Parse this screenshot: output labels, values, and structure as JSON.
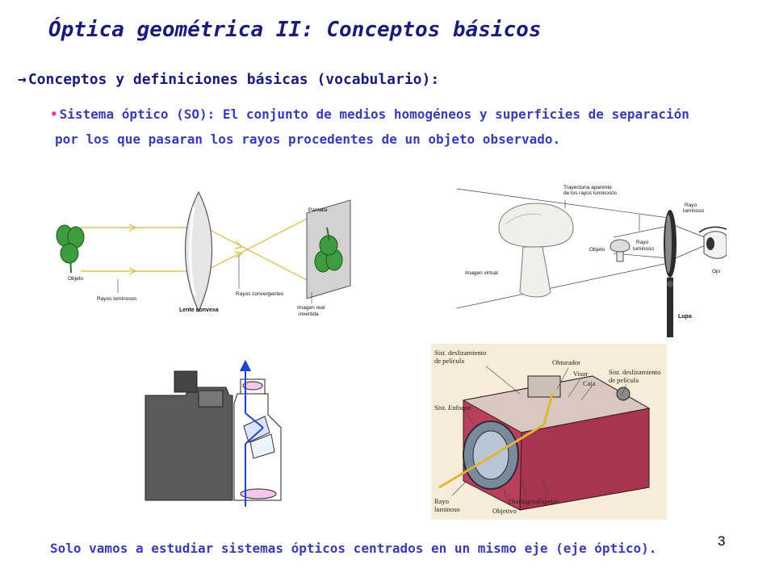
{
  "slide": {
    "title": "Óptica geométrica II: Conceptos básicos",
    "section_heading": "Conceptos y definiciones básicas (vocabulario):",
    "definition_term": "Sistema óptico (SO):",
    "definition_text_line1": " El conjunto de medios homogéneos y superficies de separación",
    "definition_text_line2": "por los que pasaran los rayos procedentes de un objeto observado.",
    "footer_note": "Solo vamos a estudiar sistemas ópticos centrados en un mismo eje (eje óptico).",
    "page_number": "3"
  },
  "figures": {
    "lens": {
      "objeto": "Objeto",
      "rayos_luminosos": "Rayos luminosos",
      "lente_convexa": "Lente convexa",
      "rayos_convergentes": "Rayos convergentes",
      "pantalla": "Pantalla",
      "imagen_real_1": "Imagen real",
      "imagen_real_2": "invertida"
    },
    "magnifier": {
      "trayectoria_1": "Trayectoria aparente",
      "trayectoria_2": "de los rayos luminosos",
      "rayo_luminoso_1": "Rayo",
      "rayo_luminoso_2": "luminoso",
      "objeto": "Objeto",
      "rayo_luminoso_b_1": "Rayo",
      "rayo_luminoso_b_2": "luminoso",
      "imagen_virtual": "Imagen virtual",
      "ojo": "Ojo",
      "lupa": "Lupa"
    },
    "camera": {
      "sist_desl_1": "Sist. deslizamiento",
      "sist_desl_2": "de película",
      "obturador": "Obturador",
      "visor": "Visor",
      "caja": "Caja",
      "sist_desl_b_1": "Sist. deslizamiento",
      "sist_desl_b_2": "de película",
      "sist_enfoque": "Sist. Enfoque",
      "rayo_luminoso_1": "Rayo",
      "rayo_luminoso_2": "luminoso",
      "objetivo": "Objetivo",
      "diafragma": "Diafragma",
      "espejos": "Espejos"
    }
  },
  "colors": {
    "title": "#1a1a7a",
    "body_text": "#3b3bb3",
    "bullet": "#ee44aa",
    "ray_yellow": "#d8b83a",
    "ray_blue": "#2244cc",
    "camera_red": "#b8405a"
  }
}
